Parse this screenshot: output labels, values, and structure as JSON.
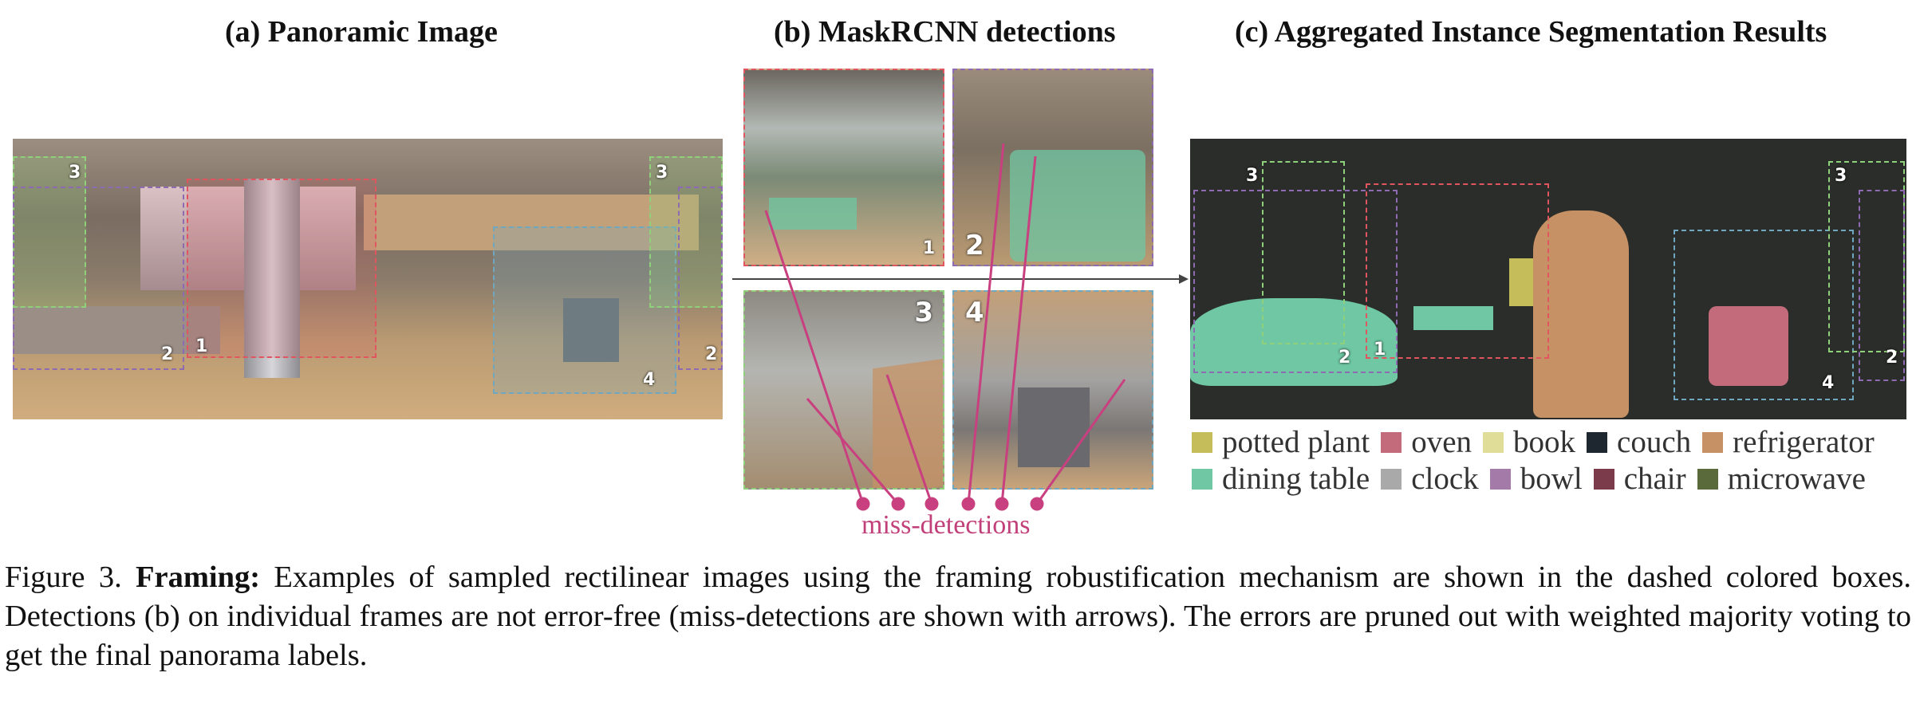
{
  "panels": {
    "a_title": "(a) Panoramic Image",
    "b_title": "(b) MaskRCNN detections",
    "c_title": "(c) Aggregated Instance Segmentation Results"
  },
  "frame_numbers": [
    "1",
    "2",
    "3",
    "4"
  ],
  "miss_label": "miss-detections",
  "legend": [
    {
      "label": "potted plant",
      "color": "#c4bd5a"
    },
    {
      "label": "dining table",
      "color": "#6fc7a3"
    },
    {
      "label": "oven",
      "color": "#c46b7b"
    },
    {
      "label": "clock",
      "color": "#a9a9a9"
    },
    {
      "label": "book",
      "color": "#e0dd98"
    },
    {
      "label": "bowl",
      "color": "#a47aa8"
    },
    {
      "label": "couch",
      "color": "#1e2630"
    },
    {
      "label": "chair",
      "color": "#7b3b4a"
    },
    {
      "label": "refrigerator",
      "color": "#c69265"
    },
    {
      "label": "microwave",
      "color": "#5b6a3b"
    }
  ],
  "caption": {
    "prefix": "Figure 3. ",
    "bold": "Framing:",
    "text": " Examples of sampled rectilinear images using the framing robustification mechanism are shown in the dashed colored boxes.  Detections (b) on individual frames are not error-free (miss-detections are shown with arrows).  The errors are pruned out with weighted majority voting to get the final panorama labels."
  },
  "colors": {
    "frame1": "#e0555f",
    "frame2": "#8d6ab2",
    "frame3": "#8fd07a",
    "frame4": "#6fa7c0",
    "arrow": "#c8407f"
  }
}
